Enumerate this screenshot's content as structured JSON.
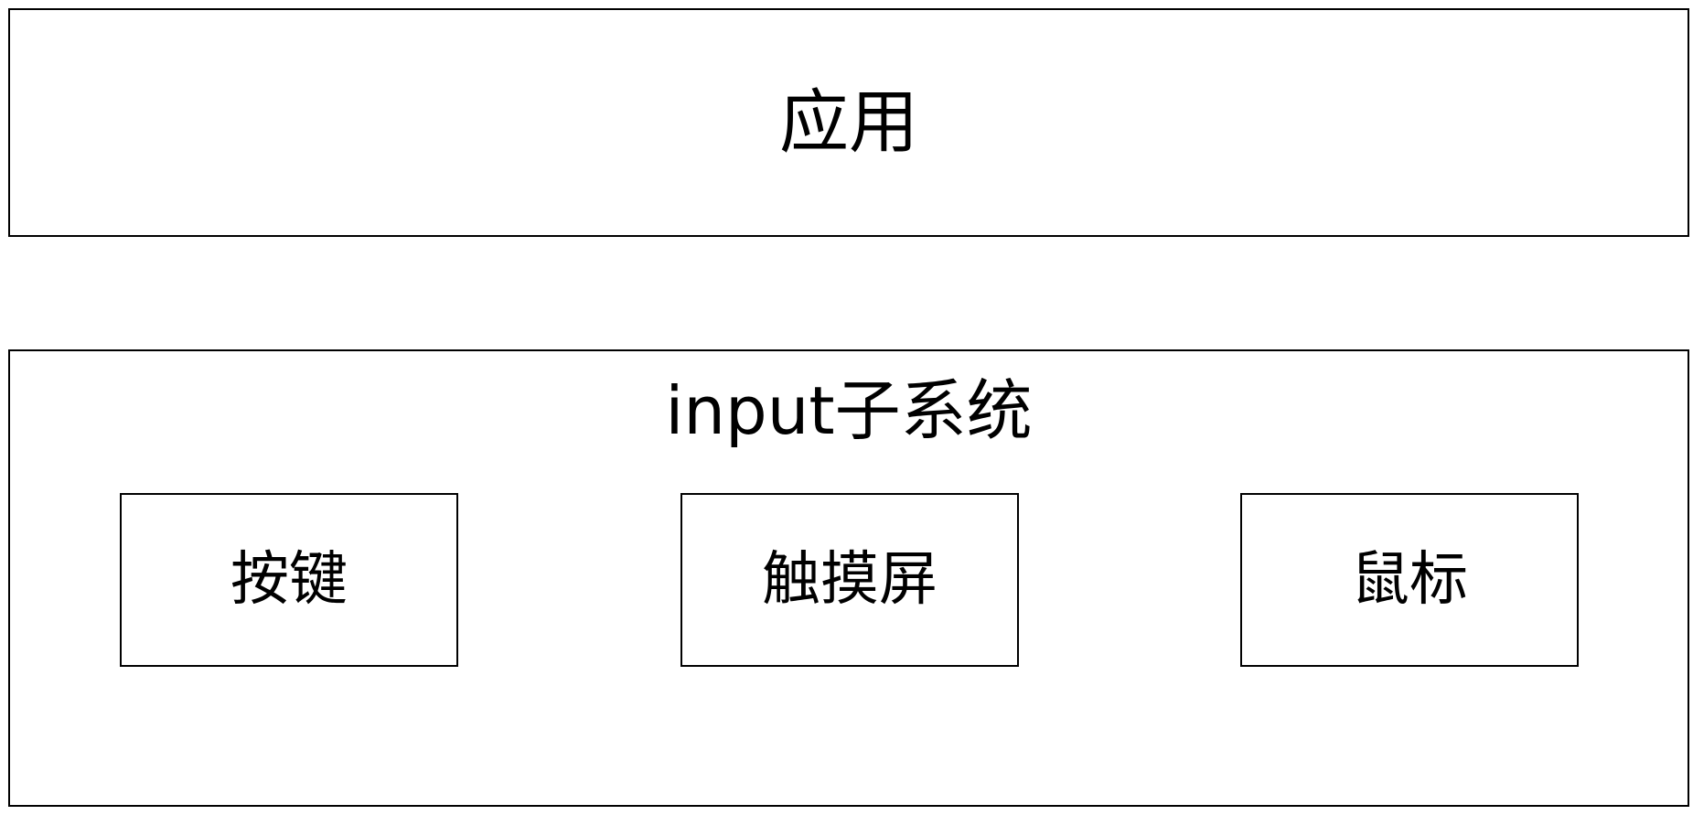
{
  "diagram": {
    "top_layer": {
      "label": "应用"
    },
    "input_subsystem": {
      "label": "input子系统",
      "devices": [
        {
          "label": "按键"
        },
        {
          "label": "触摸屏"
        },
        {
          "label": "鼠标"
        }
      ]
    }
  },
  "colors": {
    "stroke": "#000000",
    "background": "#ffffff",
    "text": "#000000"
  }
}
